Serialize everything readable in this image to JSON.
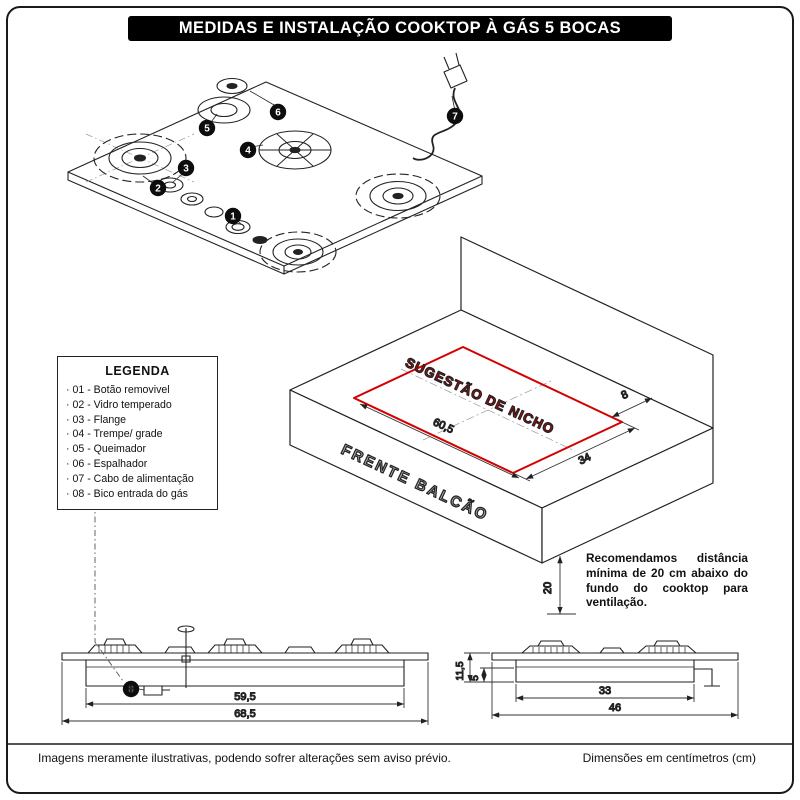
{
  "colors": {
    "accent_red": "#d40000",
    "ink": "#1a1a1a"
  },
  "header": {
    "title": "MEDIDAS E INSTALAÇÃO COOKTOP À GÁS 5 BOCAS"
  },
  "legend": {
    "title": "LEGENDA",
    "items": [
      "· 01 - Botão removivel",
      "· 02 - Vidro temperado",
      "· 03 - Flange",
      "· 04 - Trempe/ grade",
      "· 05 - Queimador",
      "· 06 - Espalhador",
      "· 07 - Cabo de alimentação",
      "· 08 - Bico entrada do gás"
    ]
  },
  "callouts": {
    "c1": "1",
    "c2": "2",
    "c3": "3",
    "c4": "4",
    "c5": "5",
    "c6": "6",
    "c7": "7",
    "c8": "8"
  },
  "counter": {
    "niche_label": "SUGESTÃO DE NICHO",
    "front_label": "FRENTE BALCÃO",
    "dim_width": "60,5",
    "dim_depth": "34",
    "dim_edge": "8",
    "dim_below": "20",
    "note": "Recomendamos distância mínima de 20 cm abaixo do fundo do cooktop para ventilação."
  },
  "front_view": {
    "dim_inner": "59,5",
    "dim_total": "68,5"
  },
  "side_view": {
    "dim_height": "11,5",
    "dim_lip": "5",
    "dim_inner": "33",
    "dim_total": "46"
  },
  "footer": {
    "left": "Imagens meramente ilustrativas, podendo sofrer alterações sem aviso prévio.",
    "right": "Dimensões em centímetros (cm)"
  }
}
